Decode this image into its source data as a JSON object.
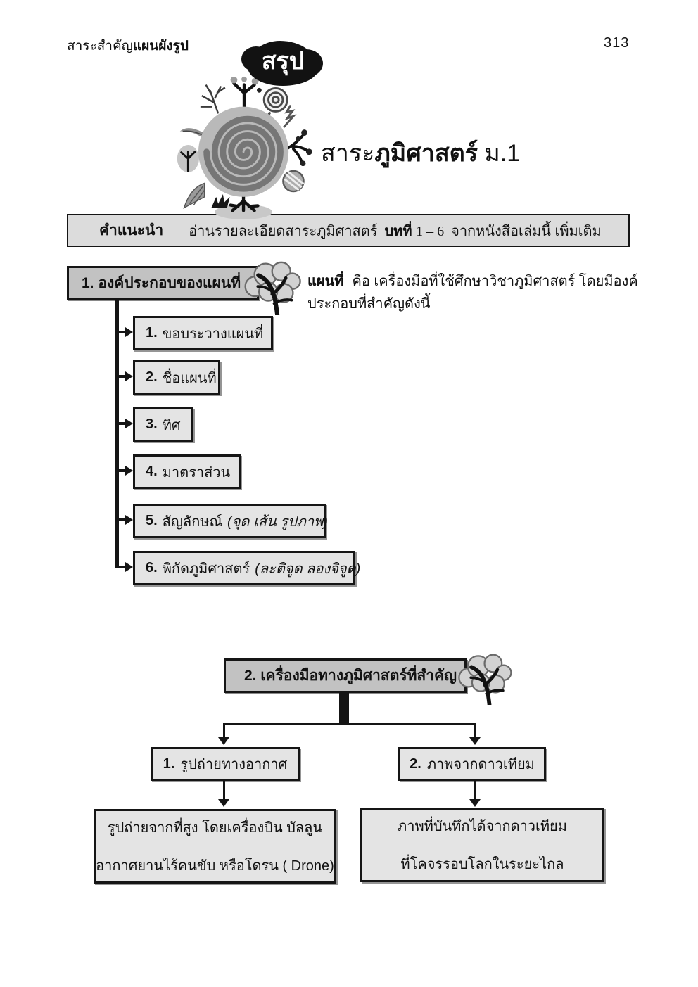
{
  "page": {
    "running_head_regular": "สาระสำคัญ",
    "running_head_bold": "แผนผังรูป",
    "page_number": "313",
    "badge_label": "สรุป",
    "title_pre": "สาระ",
    "title_bold": "ภูมิศาสตร์",
    "title_post": " ม.1"
  },
  "instruction": {
    "label": "คำแนะนำ",
    "text_1": "อ่านรายละเอียดสาระภูมิศาสตร์",
    "chapter_bold": "บทที่",
    "chapter_range": "1 – 6",
    "text_2": "จากหนังสือเล่มนี้  เพิ่มเติม"
  },
  "section1": {
    "heading": "1. องค์ประกอบของแผนที่",
    "intro_lead": "แผนที่",
    "intro_line1": "คือ  เครื่องมือที่ใช้ศึกษาวิชาภูมิศาสตร์  โดยมีองค์",
    "intro_line2": "ประกอบที่สำคัญดังนี้",
    "items": [
      {
        "num": "1.",
        "text": "ขอบระวางแผนที่",
        "italic": ""
      },
      {
        "num": "2.",
        "text": "ชื่อแผนที่",
        "italic": ""
      },
      {
        "num": "3.",
        "text": "ทิศ",
        "italic": ""
      },
      {
        "num": "4.",
        "text": "มาตราส่วน",
        "italic": ""
      },
      {
        "num": "5.",
        "text": "สัญลักษณ์",
        "italic": "(จุด เส้น รูปภาพ)"
      },
      {
        "num": "6.",
        "text": "พิกัดภูมิศาสตร์",
        "italic": "(ละติจูด ลองจิจูด)"
      }
    ]
  },
  "section2": {
    "heading": "2.  เครื่องมือทางภูมิศาสตร์ที่สำคัญ",
    "children": [
      {
        "num": "1.",
        "label": "รูปถ่ายทางอากาศ",
        "desc_line1": "รูปถ่ายจากที่สูง โดยเครื่องบิน  บัลลูน",
        "desc_line2": "อากาศยานไร้คนขับ หรือโดรน ( Drone)"
      },
      {
        "num": "2.",
        "label": "ภาพจากดาวเทียม",
        "desc_line1": "ภาพที่บันทึกได้จากดาวเทียม",
        "desc_line2": "ที่โคจรรอบโลกในระยะไกล"
      }
    ]
  },
  "icons": {
    "logo": "spiral-globe-with-trees",
    "badge": "summary-cloud-badge",
    "tree": "deciduous-tree"
  },
  "colors": {
    "box_fill_light": "#e4e4e4",
    "box_fill_dark": "#c2c2c2",
    "line": "#151515",
    "badge_bg": "#121212",
    "badge_text": "#ffffff"
  }
}
